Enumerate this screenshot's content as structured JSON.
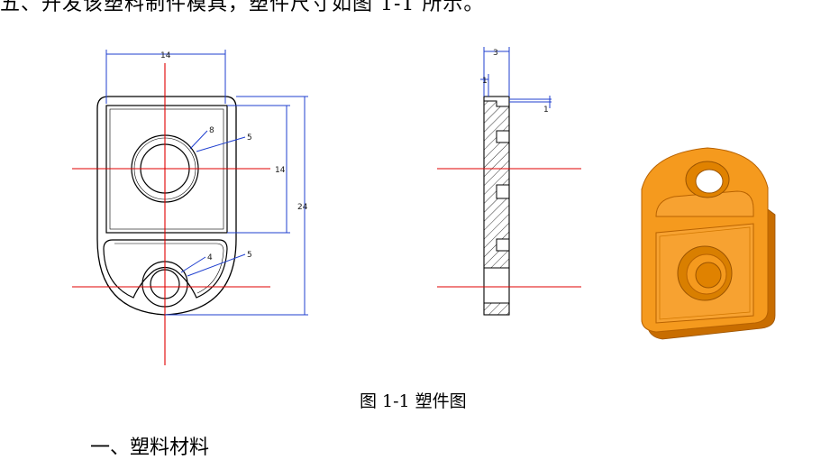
{
  "header_text": "五、开发该塑料制件模具，塑件尺寸如图 1-1 所示。",
  "caption": "图 1-1  塑件图",
  "footer_text": "一、塑料材料",
  "dimensions": {
    "front_width": "14",
    "front_inner_height": "14",
    "front_total_height": "24",
    "hole_top_small": "8",
    "hole_top_large": "5",
    "hole_bottom_small": "4",
    "hole_bottom_large": "5",
    "side_width": "3",
    "side_step": "1",
    "side_lip": "1"
  },
  "colors": {
    "outline": "#000000",
    "dimension": "#1f3fcf",
    "centerline": "#e00000",
    "render_face": "#f59a1e",
    "render_edge": "#c86d00"
  }
}
